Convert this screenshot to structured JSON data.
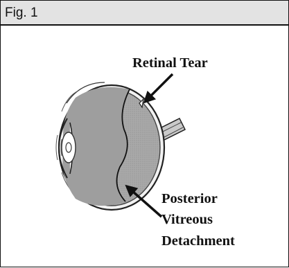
{
  "figure": {
    "header_label": "Fig. 1"
  },
  "diagram": {
    "labels": {
      "retinal_tear": "Retinal Tear",
      "pvd_line1": "Posterior",
      "pvd_line2": "Vitreous",
      "pvd_line3": "Detachment"
    }
  }
}
